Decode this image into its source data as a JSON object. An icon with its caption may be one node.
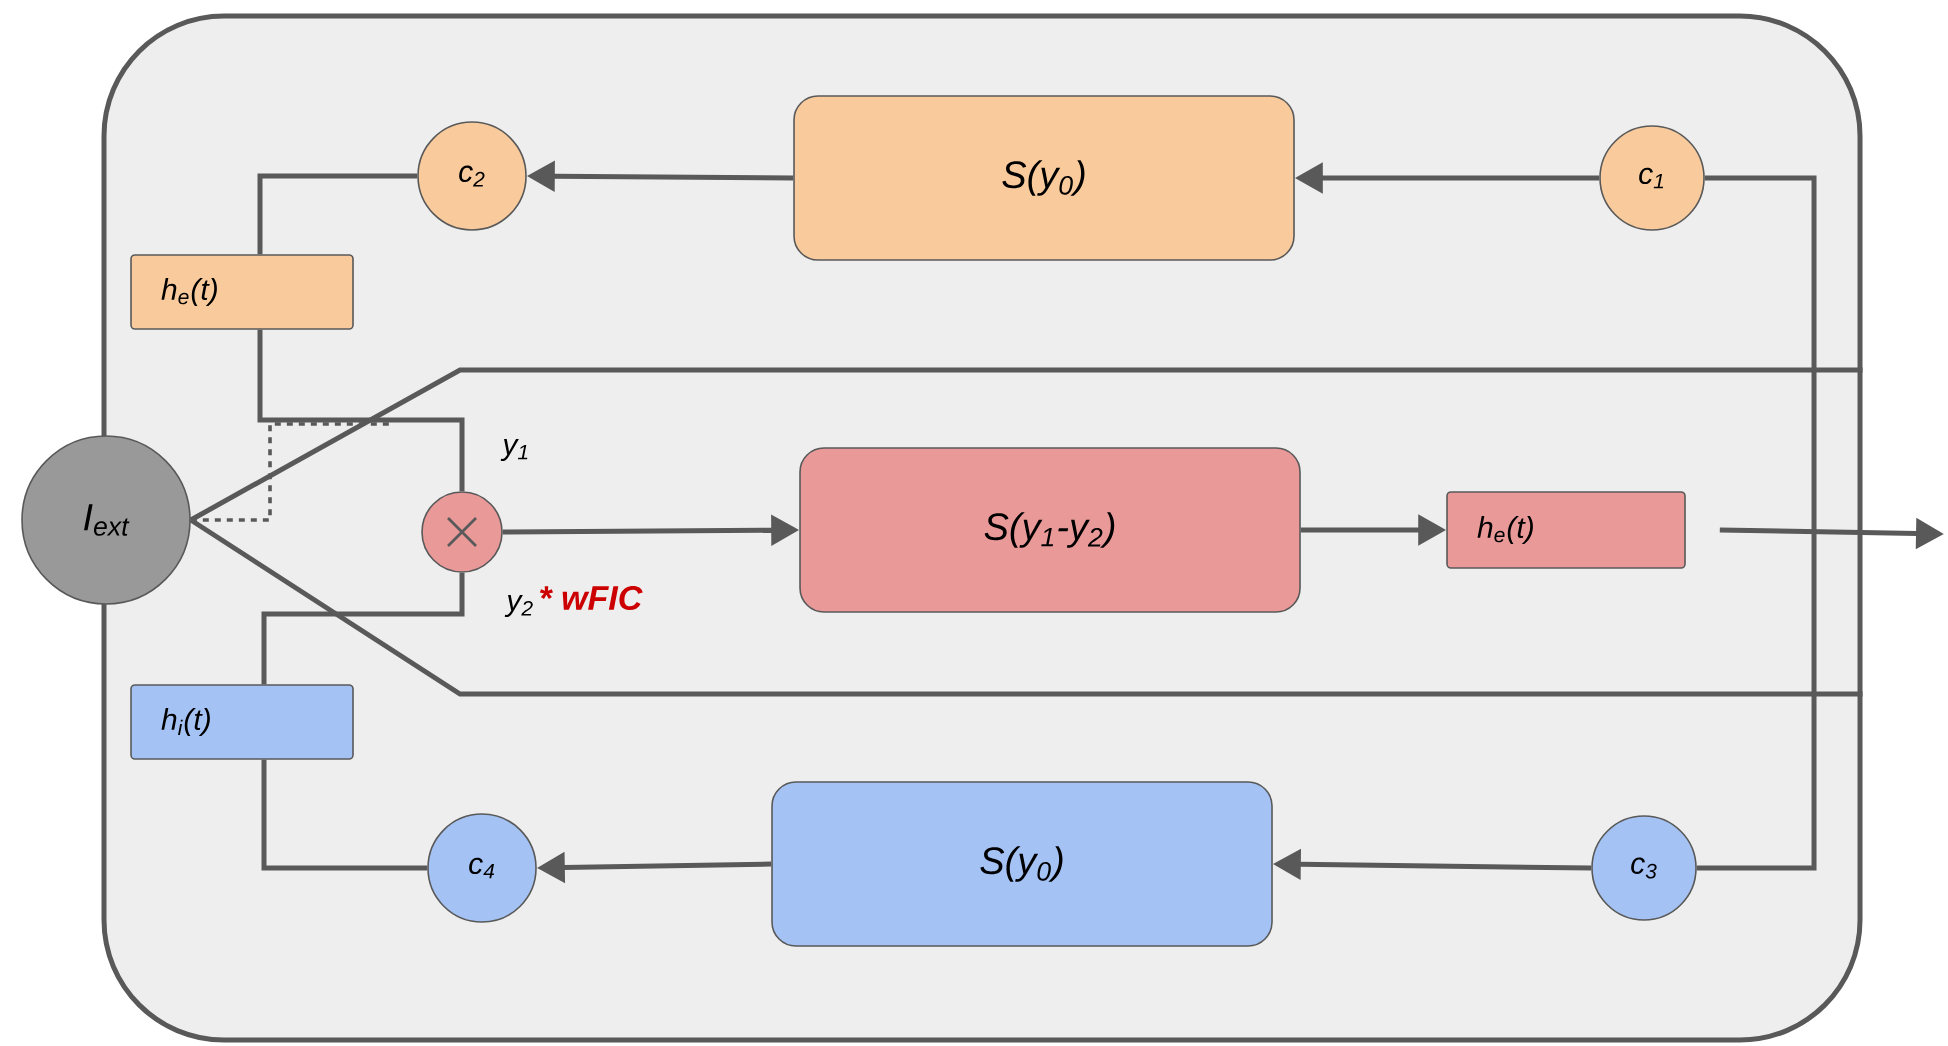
{
  "diagram": {
    "nodes": [
      {
        "text": [],
        "shape": "box"
      },
      {
        "text": [
          "c$_{2}$"
        ],
        "in": 0
      },
      {
        "text": [
          "S(y$_{0}$)"
        ],
        "in": 0
      },
      {
        "text": [
          "c$_{1}$"
        ],
        "in": 0
      },
      {
        "text": [
          "h$_{e}$(t)"
        ],
        "in": 0
      },
      {
        "text": [
          "I$_{ext}$"
        ]
      },
      {
        "text": [],
        "shape": "circle",
        "in": 0
      },
      {
        "text": [
          "S(y$_{1}$-y$_{2}$)"
        ],
        "in": 0
      },
      {
        "text": [
          "h$_{e}$(t)"
        ],
        "in": 0
      },
      {
        "text": [
          "h$_{i}$(t)"
        ],
        "in": 0
      },
      {
        "text": [
          "c$_{4}$"
        ],
        "in": 0
      },
      {
        "text": [
          "S(y$_{0}$)"
        ],
        "in": 0
      },
      {
        "text": [
          "c$_{3}$"
        ],
        "in": 0
      }
    ],
    "edges": [
      {
        "from": 2,
        "to": 1,
        "arrow": "to"
      },
      {
        "from": 3,
        "to": 2,
        "arrow": "to"
      },
      {
        "from": 1,
        "to": 4,
        "arrow": "none"
      },
      {
        "from": 4,
        "to": 6,
        "arrow": "none",
        "label": "y$_{1}$"
      },
      {
        "from": 9,
        "to": 6,
        "arrow": "none",
        "label": "y$_{2}$"
      },
      {
        "from": 6,
        "to": 7,
        "arrow": "to"
      },
      {
        "from": 7,
        "to": 8,
        "arrow": "to"
      },
      {
        "from": 8,
        "to": null,
        "arrow": "to"
      },
      {
        "from": 3,
        "to": 12,
        "arrow": "none"
      },
      {
        "from": 12,
        "to": 11,
        "arrow": "to"
      },
      {
        "from": 11,
        "to": 10,
        "arrow": "to"
      },
      {
        "from": 10,
        "to": 9,
        "arrow": "none"
      },
      {
        "from": 5,
        "to": 0,
        "arrow": "none"
      },
      {
        "from": 5,
        "to": 0,
        "arrow": "none"
      },
      {
        "from": 5,
        "to": null,
        "arrow": "none",
        "style": "dashed"
      }
    ],
    "labels": [
      "* wFIC"
    ]
  }
}
